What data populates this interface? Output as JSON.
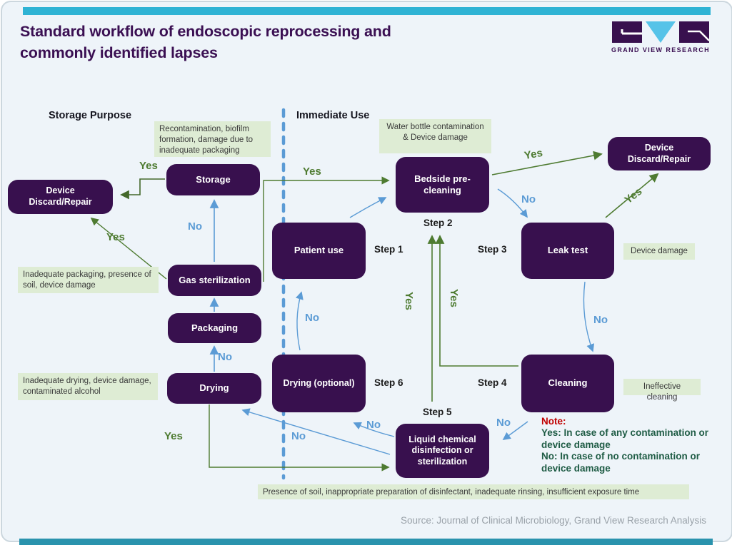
{
  "header": {
    "title_line1": "Standard workflow of endoscopic reprocessing and",
    "title_line2": "commonly identified lapses",
    "brand_name": "GRAND VIEW RESEARCH"
  },
  "sections": {
    "storage": "Storage Purpose",
    "immediate": "Immediate Use"
  },
  "labels": {
    "yes": "Yes",
    "no": "No"
  },
  "nodes": {
    "storage": "Storage",
    "device_discard_left": "Device Discard/Repair",
    "gas_sterilization": "Gas sterilization",
    "packaging": "Packaging",
    "drying": "Drying",
    "patient_use": "Patient use",
    "drying_optional": "Drying (optional)",
    "bedside_precleaning": "Bedside pre-cleaning",
    "liquid_chemical": "Liquid chemical disinfection or sterilization",
    "device_discard_right": "Device Discard/Repair",
    "leak_test": "Leak test",
    "cleaning": "Cleaning"
  },
  "steps": {
    "step1": "Step 1",
    "step2": "Step 2",
    "step3": "Step 3",
    "step4": "Step 4",
    "step5": "Step 5",
    "step6": "Step 6"
  },
  "annotations": {
    "recontamination": "Recontamination, biofilm formation, damage due to inadequate packaging",
    "water_bottle": "Water bottle contamination & Device damage",
    "inadequate_packaging": "Inadequate packaging, presence of soil, device damage",
    "inadequate_drying": "Inadequate drying, device damage, contaminated alcohol",
    "device_damage": "Device damage",
    "ineffective_cleaning": "Ineffective cleaning",
    "disinfection_lapses": "Presence of soil, inappropriate preparation of disinfectant, inadequate rinsing, insufficient exposure time"
  },
  "note": {
    "title": "Note:",
    "yes_line": "Yes: In case of any contamination or device damage",
    "no_line": "No: In case of no contamination or device damage"
  },
  "source": "Source: Journal of Clinical Microbiology, Grand View Research Analysis",
  "colors": {
    "accent_teal_top": "#2fb3d4",
    "accent_teal_bottom": "#2a93ad",
    "node_purple": "#38104e",
    "yes_green": "#4e7b31",
    "no_blue": "#5b9bd5",
    "annotation_bg": "#deecd4",
    "note_title_red": "#c00000",
    "note_text_green": "#1f5c45",
    "title_purple": "#3a0f52",
    "logo_cyan": "#56c3e8",
    "background": "#eef4f9"
  }
}
